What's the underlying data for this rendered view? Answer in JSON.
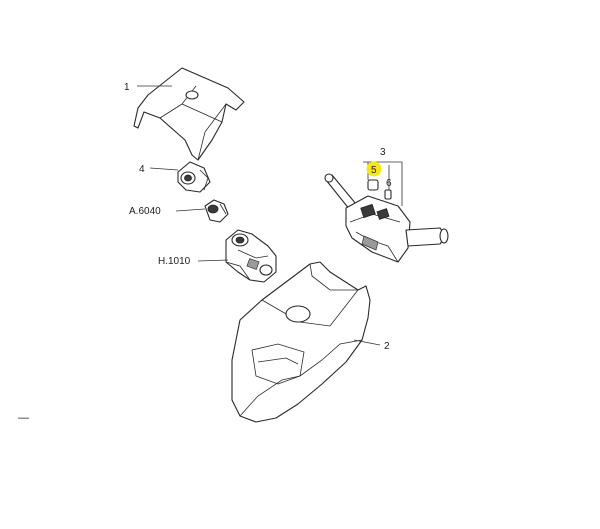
{
  "diagram": {
    "highlight_color": "#f5e61c",
    "callouts": [
      {
        "id": "callout-1",
        "label": "1"
      },
      {
        "id": "callout-2",
        "label": "2"
      },
      {
        "id": "callout-3",
        "label": "3"
      },
      {
        "id": "callout-4",
        "label": "4"
      },
      {
        "id": "callout-5",
        "label": "5"
      },
      {
        "id": "callout-6",
        "label": "6"
      },
      {
        "id": "callout-a6040",
        "label": "A.6040"
      },
      {
        "id": "callout-h1010",
        "label": "H.1010"
      }
    ],
    "corner_mark": "—"
  }
}
